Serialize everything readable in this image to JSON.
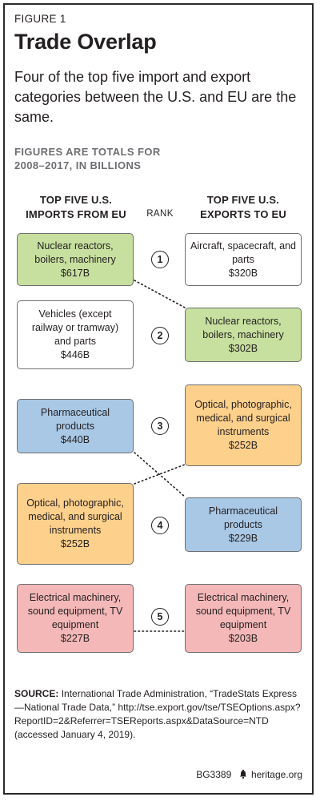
{
  "figure_label": "FIGURE 1",
  "title": "Trade Overlap",
  "subtitle": "Four of the top five import and export categories between the U.S. and EU are the same.",
  "note_line1": "FIGURES ARE TOTALS FOR",
  "note_line2": "2008–2017, IN BILLIONS",
  "headers": {
    "imports_line1": "TOP FIVE U.S.",
    "imports_line2": "IMPORTS FROM EU",
    "rank": "RANK",
    "exports_line1": "TOP FIVE U.S.",
    "exports_line2": "EXPORTS TO EU"
  },
  "ranks": [
    "1",
    "2",
    "3",
    "4",
    "5"
  ],
  "imports": [
    {
      "label": "Nuclear reactors, boilers, machinery",
      "value": "$617B",
      "color": "#c7e09f"
    },
    {
      "label": "Vehicles (except railway or tramway) and parts",
      "value": "$446B",
      "color": "#ffffff"
    },
    {
      "label": "Pharmaceutical products",
      "value": "$440B",
      "color": "#a9c8e6"
    },
    {
      "label": "Optical, photographic, medical, and surgical instruments",
      "value": "$252B",
      "color": "#fdd08c"
    },
    {
      "label": "Electrical machinery, sound equipment, TV equipment",
      "value": "$227B",
      "color": "#f4b8b8"
    }
  ],
  "exports": [
    {
      "label": "Aircraft, spacecraft, and parts",
      "value": "$320B",
      "color": "#ffffff"
    },
    {
      "label": "Nuclear reactors, boilers, machinery",
      "value": "$302B",
      "color": "#c7e09f"
    },
    {
      "label": "Optical, photographic, medical, and surgical instruments",
      "value": "$252B",
      "color": "#fdd08c"
    },
    {
      "label": "Pharmaceutical products",
      "value": "$229B",
      "color": "#a9c8e6"
    },
    {
      "label": "Electrical machinery, sound equipment, TV equipment",
      "value": "$203B",
      "color": "#f4b8b8"
    }
  ],
  "source_label": "SOURCE:",
  "source_text": "International Trade Administration, “TradeStats Express—National Trade Data,” http://tse.export.gov/tse/TSEOptions.aspx?ReportID=2&Referrer=TSEReports.aspx&DataSource=NTD (accessed January 4, 2019).",
  "report_id": "BG3389",
  "site": "heritage.org",
  "site_icon": "bell-icon"
}
